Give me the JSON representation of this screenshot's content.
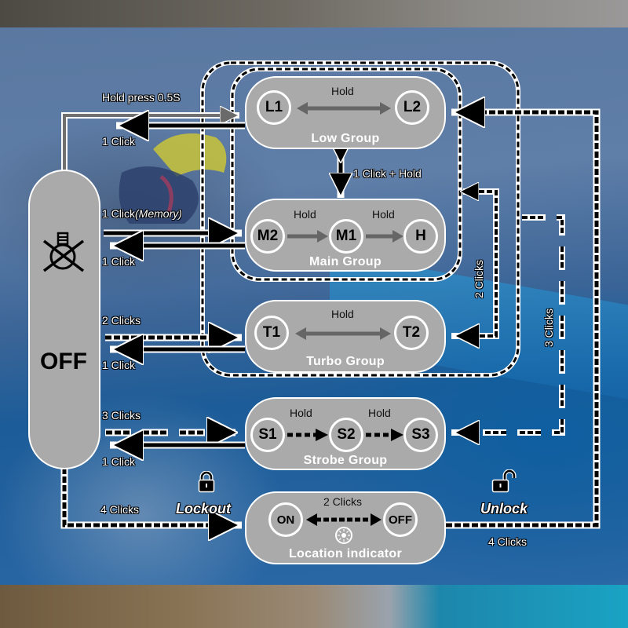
{
  "off_state": {
    "label": "OFF",
    "icon": "bulb-off-icon"
  },
  "transitions": {
    "hold_press": "Hold press 0.5S",
    "low_back": "1 Click",
    "memory": "1 Click",
    "memory_note": "(Memory)",
    "main_back": "1 Click",
    "turbo_in": "2 Clicks",
    "turbo_back": "1 Click",
    "strobe_in": "3 Clicks",
    "strobe_back": "1 Click",
    "lockout_in": "4 Clicks",
    "lockout_label": "Lockout",
    "unlock_label": "Unlock",
    "unlock_clicks": "4 Clicks",
    "low_main_switch": "1 Click + Hold",
    "to_turbo_right": "2 Clicks",
    "to_strobe_right": "3 Clicks"
  },
  "groups": {
    "low": {
      "title": "Low Group",
      "nodes": [
        "L1",
        "L2"
      ],
      "action": "Hold"
    },
    "main": {
      "title": "Main Group",
      "nodes": [
        "M2",
        "M1",
        "H"
      ],
      "actions": [
        "Hold",
        "Hold"
      ]
    },
    "turbo": {
      "title": "Turbo Group",
      "nodes": [
        "T1",
        "T2"
      ],
      "action": "Hold"
    },
    "strobe": {
      "title": "Strobe Group",
      "nodes": [
        "S1",
        "S2",
        "S3"
      ],
      "actions": [
        "Hold",
        "Hold"
      ]
    },
    "location": {
      "title": "Location indicator",
      "nodes": [
        "ON",
        "OFF"
      ],
      "action": "2 Clicks",
      "icon": "sun-indicator-icon"
    }
  },
  "icons": {
    "lockout": "lock-closed-icon",
    "unlock": "lock-open-icon"
  },
  "colors": {
    "pill_fill": "#aaaaaa",
    "pill_border": "#ffffff",
    "arrow_solid": "#000000",
    "arrow_hold": "#666666",
    "background_blue": "#3b6597"
  }
}
